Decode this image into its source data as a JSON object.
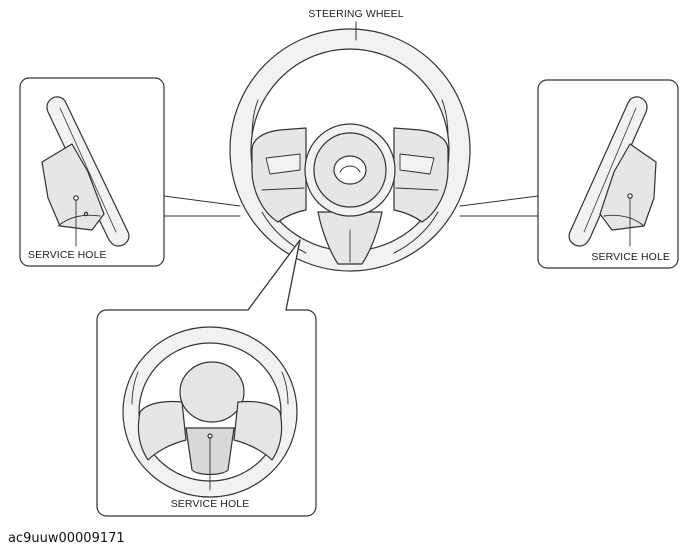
{
  "labels": {
    "steering_wheel": "STEERING WHEEL",
    "service_hole_left": "SERVICE HOLE",
    "service_hole_right": "SERVICE HOLE",
    "service_hole_bottom": "SERVICE HOLE"
  },
  "caption": "ac9uuw00009171",
  "colors": {
    "line": "#333333",
    "fill_light": "#f2f2f2",
    "fill_mid": "#e6e6e6",
    "fill_dark": "#d9d9d9"
  }
}
